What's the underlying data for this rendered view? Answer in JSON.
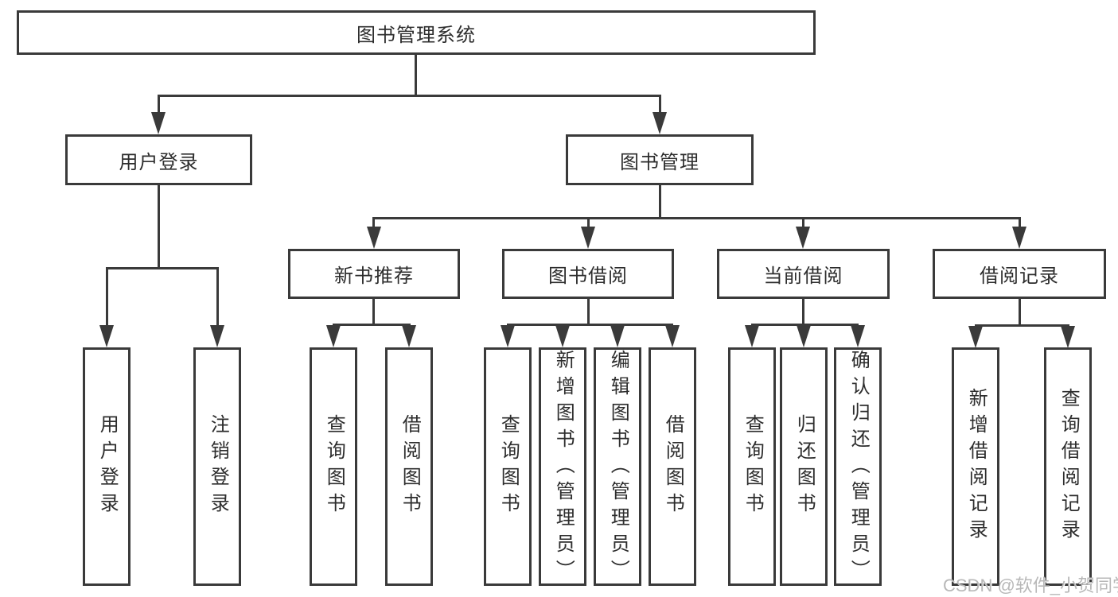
{
  "tree": {
    "label": "图书管理系统",
    "children": [
      {
        "label": "用户登录",
        "children": [
          {
            "label": "用户登录"
          },
          {
            "label": "注销登录"
          }
        ]
      },
      {
        "label": "图书管理",
        "children": [
          {
            "label": "新书推荐",
            "children": [
              {
                "label": "查询图书"
              },
              {
                "label": "借阅图书"
              }
            ]
          },
          {
            "label": "图书借阅",
            "children": [
              {
                "label": "查询图书"
              },
              {
                "label": "新增图书（管理员）"
              },
              {
                "label": "编辑图书（管理员）"
              },
              {
                "label": "借阅图书"
              }
            ]
          },
          {
            "label": "当前借阅",
            "children": [
              {
                "label": "查询图书"
              },
              {
                "label": "归还图书"
              },
              {
                "label": "确认归还（管理员）"
              }
            ]
          },
          {
            "label": "借阅记录",
            "children": [
              {
                "label": "新增借阅记录"
              },
              {
                "label": "查询借阅记录"
              }
            ]
          }
        ]
      }
    ]
  },
  "watermark": {
    "text": "CSDN @软件_小贺同学"
  },
  "colors": {
    "line": "#3a3a3a",
    "text": "#2d2d2d",
    "background": "#ffffff",
    "watermark": "#b8b8b8"
  }
}
